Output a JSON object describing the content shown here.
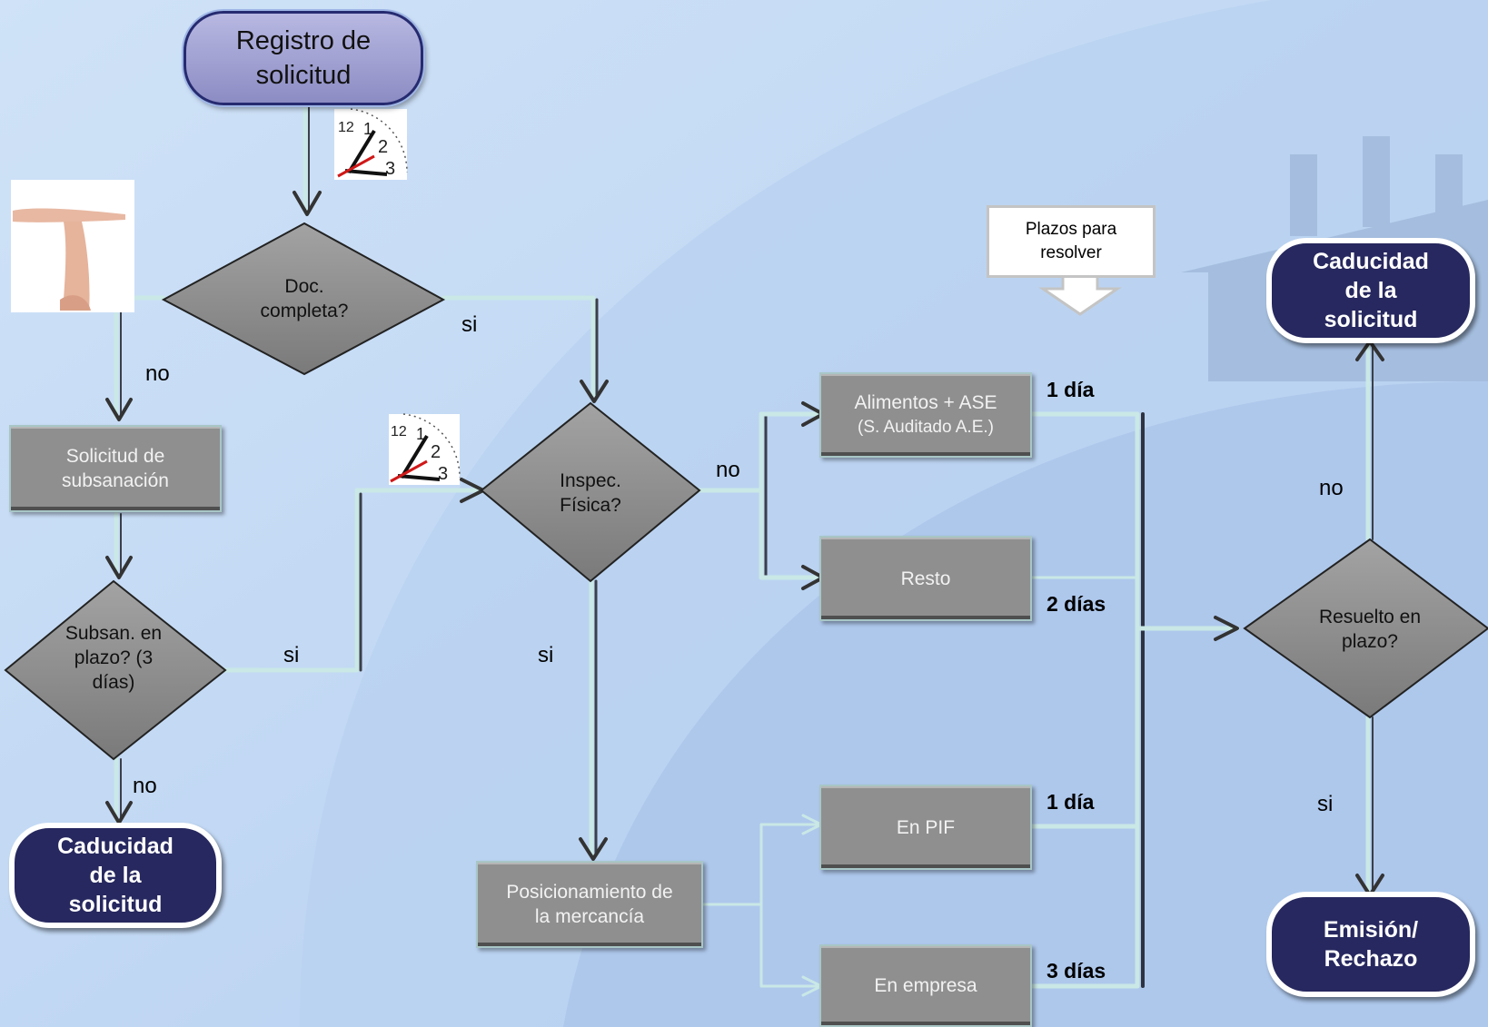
{
  "nodes": {
    "registro": "Registro de solicitud",
    "doc_completa": "Doc. completa?",
    "solicitud_subsanacion": "Solicitud de subsanación",
    "subsan_plazo": "Subsan. en plazo? (3 días)",
    "caducidad_left": "Caducidad de la solicitud",
    "inspec_fisica": "Inspec. Física?",
    "posicionamiento": "Posicionamiento de la mercancía",
    "alimentos_line1": "Alimentos + ASE",
    "alimentos_line2": "(S. Auditado A.E.)",
    "resto": "Resto",
    "en_pif": "En PIF",
    "en_empresa": "En empresa",
    "resuelto_plazo": "Resuelto en plazo?",
    "caducidad_right": "Caducidad de la solicitud",
    "emision": "Emisión/ Rechazo"
  },
  "note": {
    "plazos": "Plazos para resolver"
  },
  "edges": {
    "doc_si": "si",
    "doc_no": "no",
    "subsan_si": "si",
    "subsan_no": "no",
    "inspec_no": "no",
    "inspec_si": "si",
    "resuelto_no": "no",
    "resuelto_si": "si"
  },
  "durations": {
    "alimentos": "1 día",
    "resto": "2 días",
    "en_pif": "1 día",
    "en_empresa": "3 días"
  },
  "icons": [
    "clock-icon",
    "clock-icon",
    "timeout-hand-icon"
  ],
  "colors": {
    "background": "#c5dcf4",
    "process_box": "#8f8f8f",
    "decision": "#8a8a8a",
    "terminal_dark": "#27285f",
    "terminal_light": "#a6a6d6",
    "connector": "#c9e8e6"
  }
}
